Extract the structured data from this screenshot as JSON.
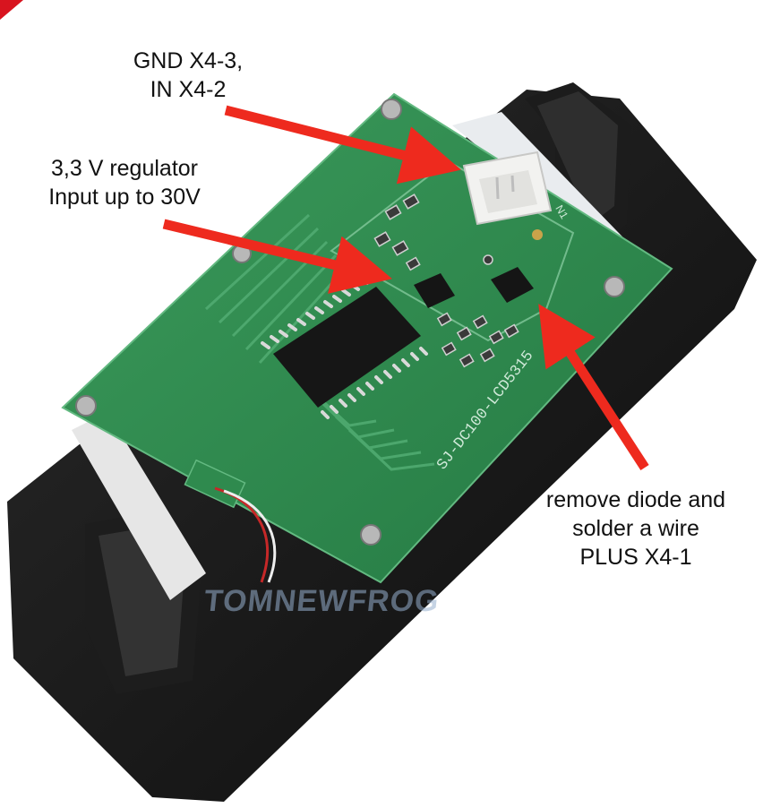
{
  "image": {
    "subject": "Back side of an LCD DC voltmeter module PCB in a black plastic housing, annotated with red arrows",
    "colors": {
      "background": "#ffffff",
      "pcb_green": "#2f8a4e",
      "pcb_edge": "#5fb07a",
      "housing_black": "#141414",
      "arrow_red": "#ee2a1e",
      "connector_white": "#f2f2f0",
      "text": "#111111",
      "corner_ribbon": "#d8141f"
    }
  },
  "annotations": [
    {
      "id": "gnd-in-connector",
      "lines": [
        "GND X4-3,",
        "IN X4-2"
      ],
      "arrow_target": "white 3-pin connector (N1)"
    },
    {
      "id": "regulator",
      "lines": [
        "3,3 V regulator",
        "Input up to 30V"
      ],
      "arrow_target": "SOT-23 regulator next to the IC"
    },
    {
      "id": "diode",
      "lines": [
        "remove diode and",
        "solder a wire",
        "PLUS X4-1"
      ],
      "arrow_target": "SOT-23 diode near the board edge"
    }
  ],
  "board": {
    "silkscreen": "SJ-DC100-LCD5315",
    "connector_label": "N1",
    "watermark": "TOMNEWFROG"
  }
}
